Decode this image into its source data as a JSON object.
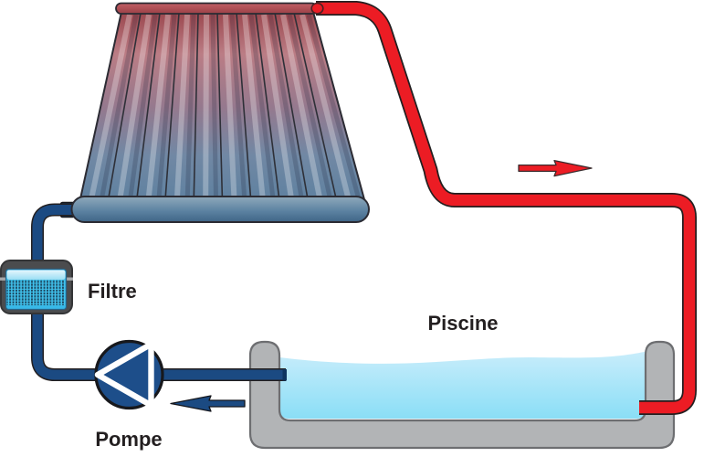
{
  "labels": {
    "filter": "Filtre",
    "pump": "Pompe",
    "pool": "Piscine"
  },
  "colors": {
    "hot_water": "#ec1c24",
    "cold_water": "#1b4a82",
    "pump_body": "#1d4e8a",
    "collector_hot_end": "#9b464d",
    "collector_cold_end": "#5e81a0",
    "pool_structure": "#b2b4b6",
    "pool_water_top": "#c9edfb",
    "pool_water_bottom": "#8adef6",
    "filter_frame": "#4b4c4e",
    "filter_mesh": "#41c3ee",
    "outline": "#231f20",
    "label_text": "#231f20"
  }
}
